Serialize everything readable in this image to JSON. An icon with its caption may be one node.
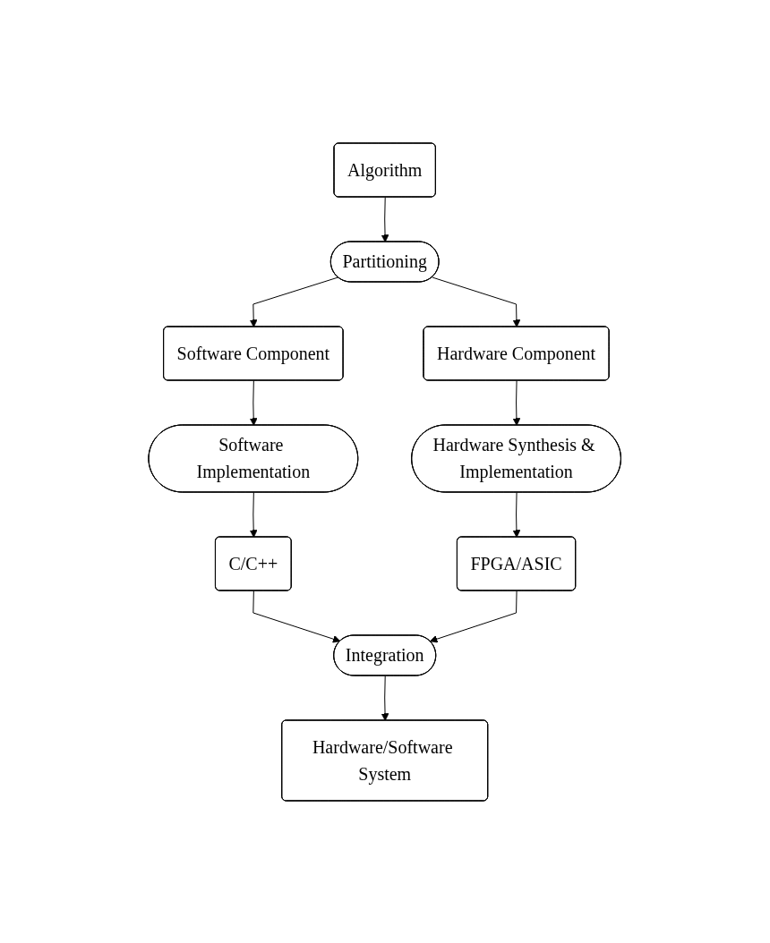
{
  "diagram": {
    "nodes": [
      {
        "text": [
          "Algorithm"
        ]
      },
      {
        "text": [
          "Partitioning"
        ]
      },
      {
        "text": [
          "Software Component"
        ]
      },
      {
        "text": [
          "Hardware Component"
        ]
      },
      {
        "text": [
          "Software Implementation"
        ]
      },
      {
        "text": [
          "Hardware Synthesis & Implementation"
        ]
      },
      {
        "text": [
          "C/C++"
        ]
      },
      {
        "text": [
          "FPGA/ASIC"
        ]
      },
      {
        "text": [
          "Integration"
        ]
      },
      {
        "text": [
          "Hardware/Software System"
        ]
      }
    ],
    "edges": [
      {
        "from": 0,
        "to": 1,
        "arrow": "to"
      },
      {
        "from": 1,
        "to": 2,
        "arrow": "to"
      },
      {
        "from": 1,
        "to": 3,
        "arrow": "to"
      },
      {
        "from": 2,
        "to": 4,
        "arrow": "to"
      },
      {
        "from": 3,
        "to": 5,
        "arrow": "to"
      },
      {
        "from": 4,
        "to": 6,
        "arrow": "to"
      },
      {
        "from": 5,
        "to": 7,
        "arrow": "to"
      },
      {
        "from": 6,
        "to": 8,
        "arrow": "to"
      },
      {
        "from": 7,
        "to": 8,
        "arrow": "to"
      },
      {
        "from": 8,
        "to": 9,
        "arrow": "to"
      }
    ]
  }
}
